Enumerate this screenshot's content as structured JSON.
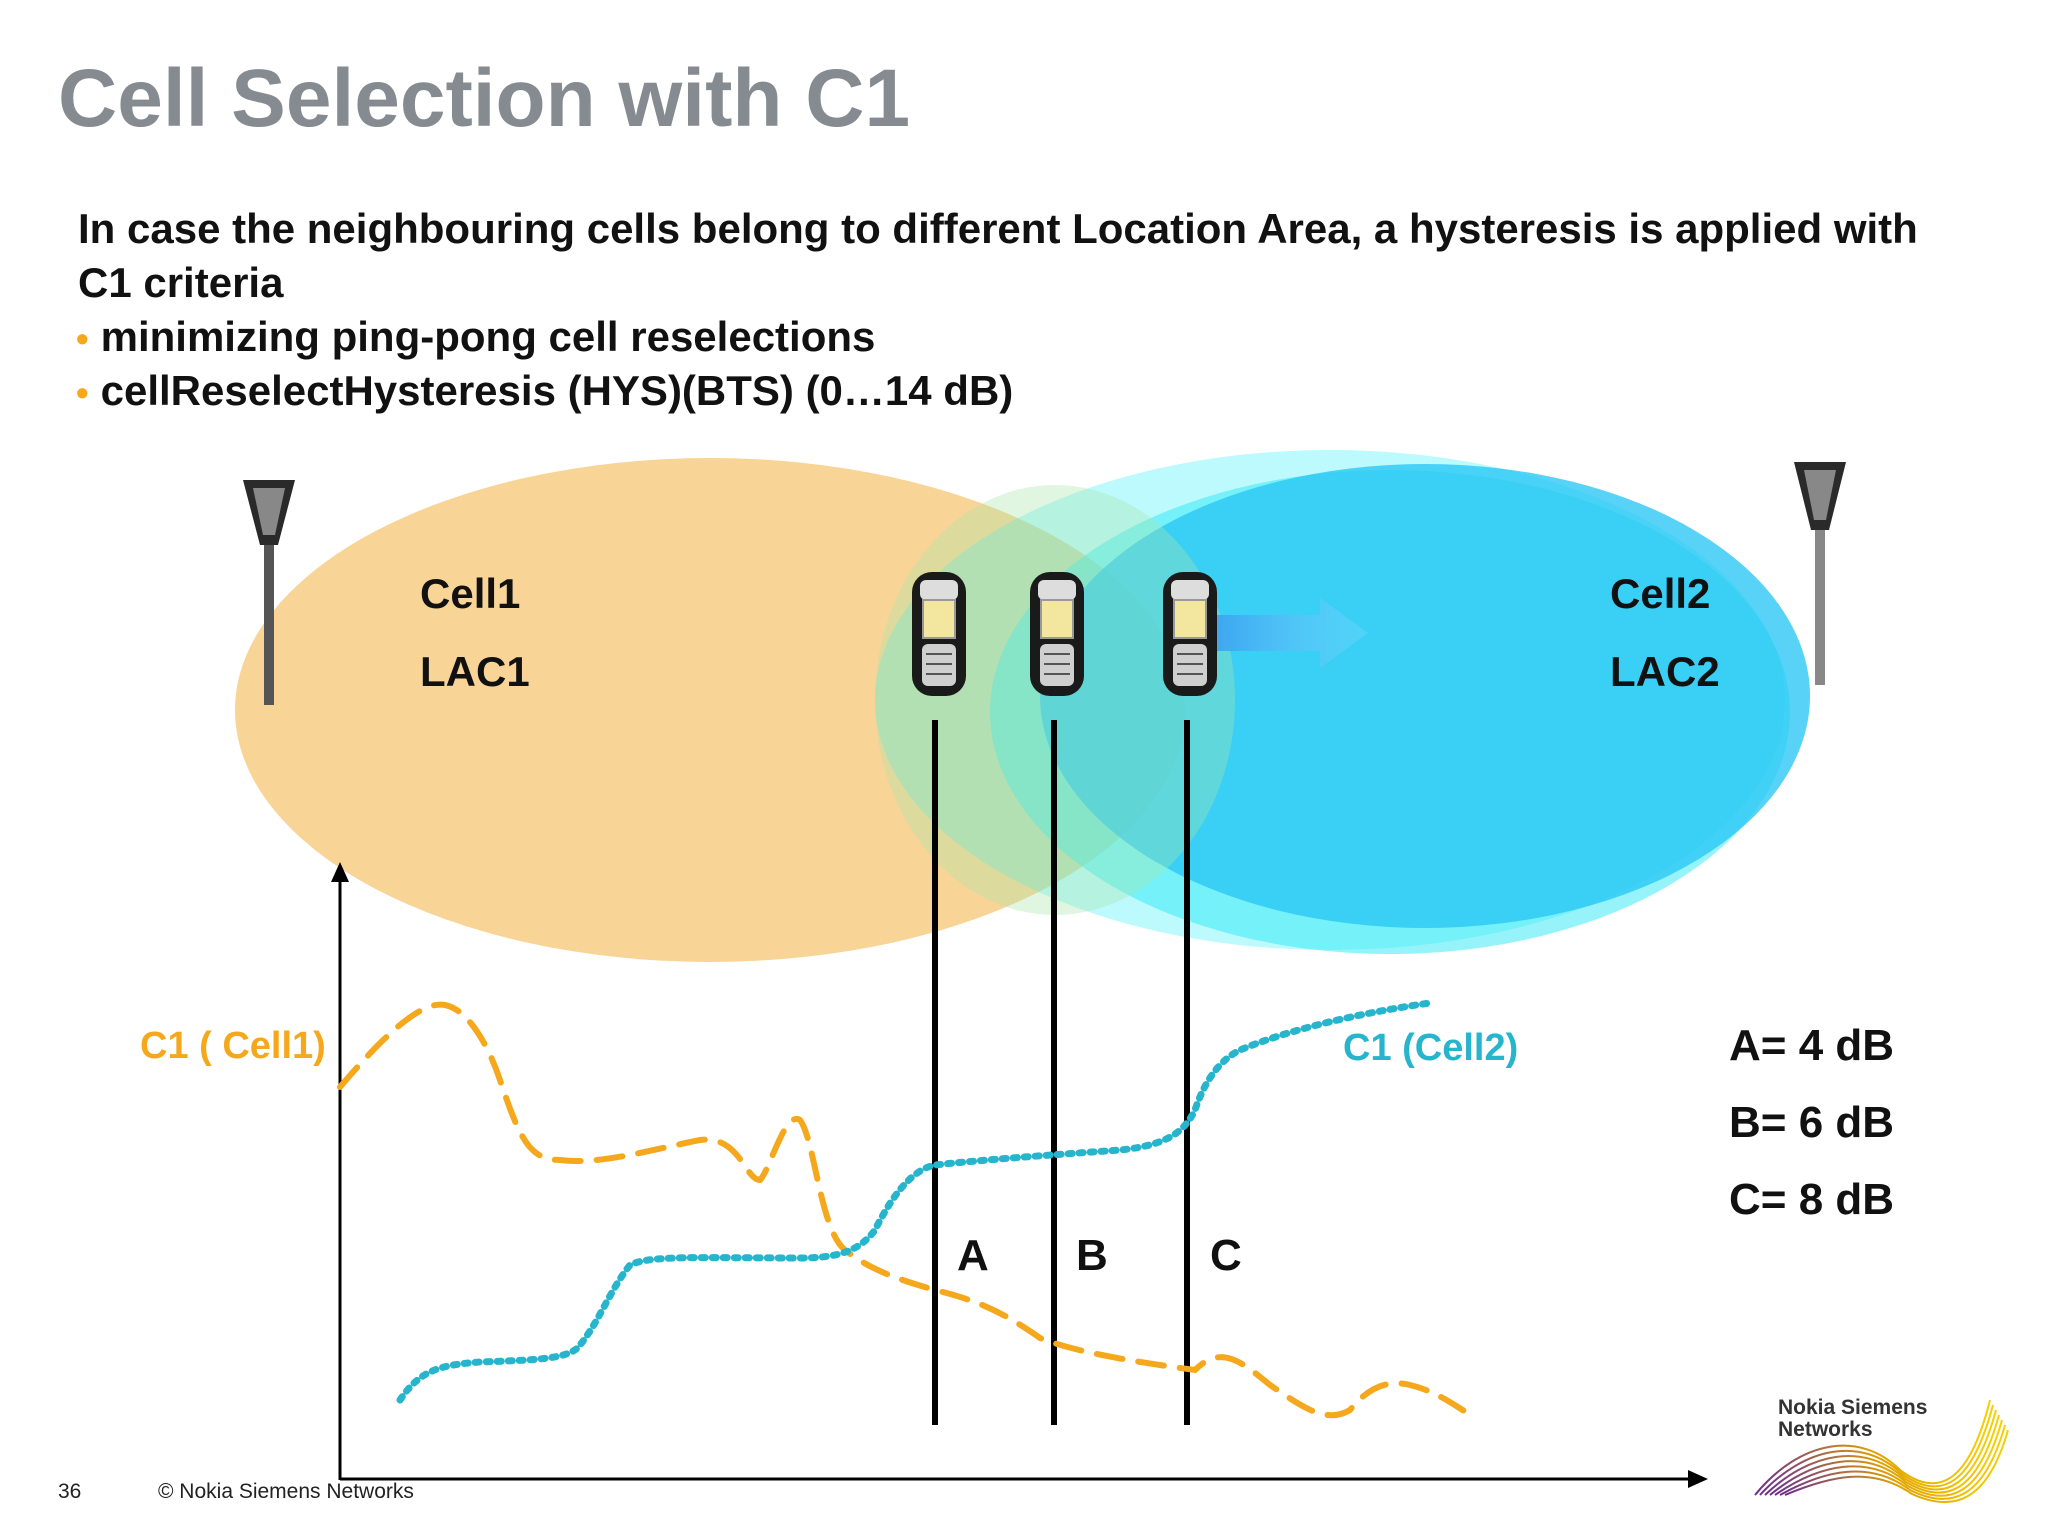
{
  "slide": {
    "title": "Cell Selection with C1",
    "intro": "In case the neighbouring cells belong to different Location Area, a hysteresis is applied with C1 criteria",
    "bullets": [
      "minimizing ping-pong cell reselections",
      "cellReselectHysteresis (HYS)(BTS) (0…14 dB)"
    ]
  },
  "cells": {
    "cell1": {
      "name": "Cell1",
      "lac": "LAC1",
      "color": "#f8cf8c"
    },
    "cell2": {
      "name": "Cell2",
      "lac": "LAC2",
      "color": "#1fd6f8"
    }
  },
  "curves": {
    "c1_cell1": {
      "label": "C1 ( Cell1)",
      "color": "#f5a81c"
    },
    "c1_cell2": {
      "label": "C1 (Cell2)",
      "color": "#26b5cc"
    }
  },
  "markers": [
    "A",
    "B",
    "C"
  ],
  "legend": [
    "A= 4 dB",
    "B= 6 dB",
    "C= 8 dB"
  ],
  "icons": [
    "antenna-icon",
    "mobile-phone-icon",
    "arrow-right-icon",
    "nsn-logo-icon"
  ],
  "footer": {
    "page": "36",
    "copyright": "© Nokia Siemens Networks",
    "logo_line1": "Nokia Siemens",
    "logo_line2": "Networks"
  }
}
